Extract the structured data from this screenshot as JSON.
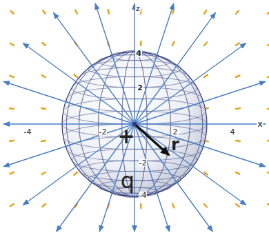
{
  "diagram": {
    "labels": [
      "z",
      "4",
      "2",
      "-4",
      "-2",
      "2",
      "4",
      "x",
      "-2",
      "-4",
      "+",
      "r",
      "q"
    ]
  }
}
